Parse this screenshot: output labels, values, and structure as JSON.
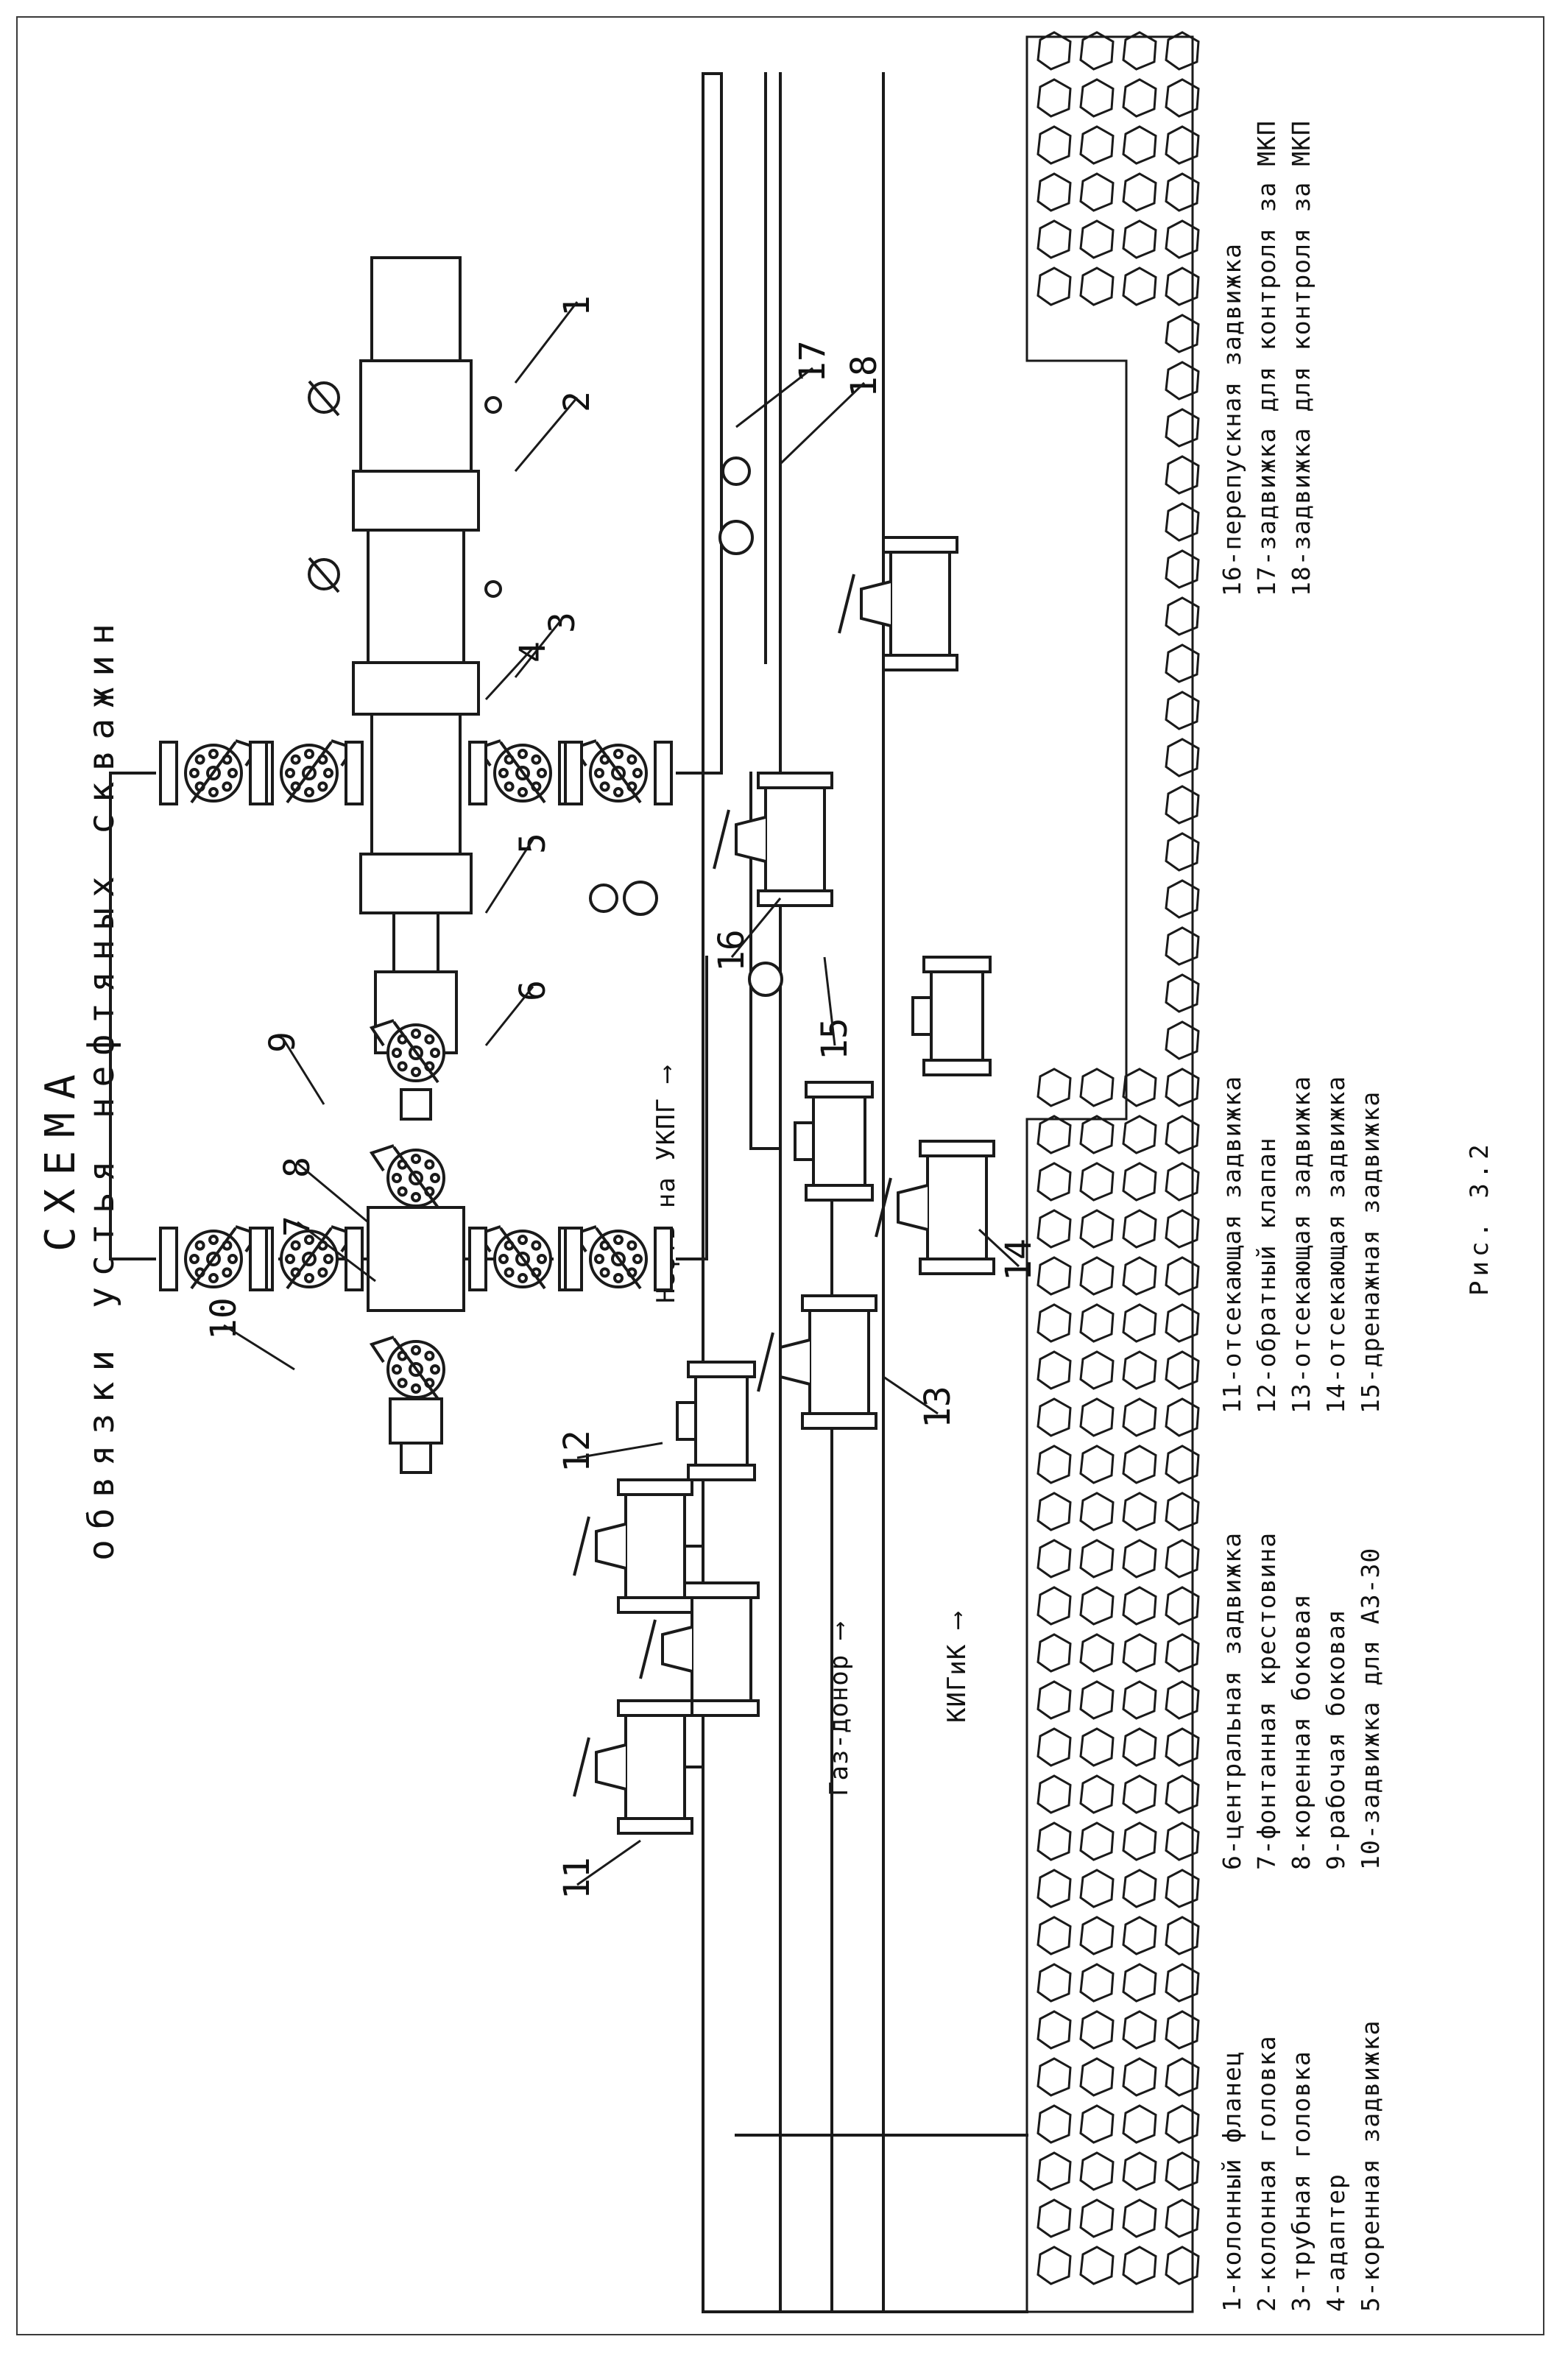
{
  "title": "СХЕМА",
  "subtitle": "обвязки устья нефтяных скважин",
  "figure_caption": "Рис. 3.2",
  "flow_labels": {
    "oil": "Нефть на УКПГ",
    "gas_donor": "Газ-донор",
    "kiguk": "КИГиК"
  },
  "legend": {
    "col1": [
      "1-колонный фланец",
      "2-колонная головка",
      "3-трубная головка",
      "4-адаптер",
      "5-коренная задвижка"
    ],
    "col2": [
      "6-центральная задвижка",
      "7-фонтанная крестовина",
      "8-коренная боковая",
      "9-рабочая боковая",
      "10-задвижка для АЗ-30"
    ],
    "col3": [
      "11-отсекающая задвижка",
      "12-обратный клапан",
      "13-отсекающая задвижка",
      "14-отсекающая задвижка",
      "15-дренажная задвижка"
    ],
    "col4": [
      "16-перепускная задвижка",
      "17-задвижка для контроля за МКП",
      "18-задвижка для контроля за МКП"
    ]
  },
  "callouts": {
    "n1": "1",
    "n2": "2",
    "n3": "3",
    "n4": "4",
    "n5": "5",
    "n6": "6",
    "n7": "7",
    "n8": "8",
    "n9": "9",
    "n10": "10",
    "n11": "11",
    "n12": "12",
    "n13": "13",
    "n14": "14",
    "n15": "15",
    "n16": "16",
    "n17": "17",
    "n18": "18"
  },
  "icons": {
    "gate_valve": "gate-valve-icon",
    "check_valve": "check-valve-icon",
    "wellhead": "wellhead-icon",
    "ground": "ground-hatch-icon"
  },
  "colors": {
    "line": "#1a1a1a",
    "paper": "#ffffff"
  }
}
